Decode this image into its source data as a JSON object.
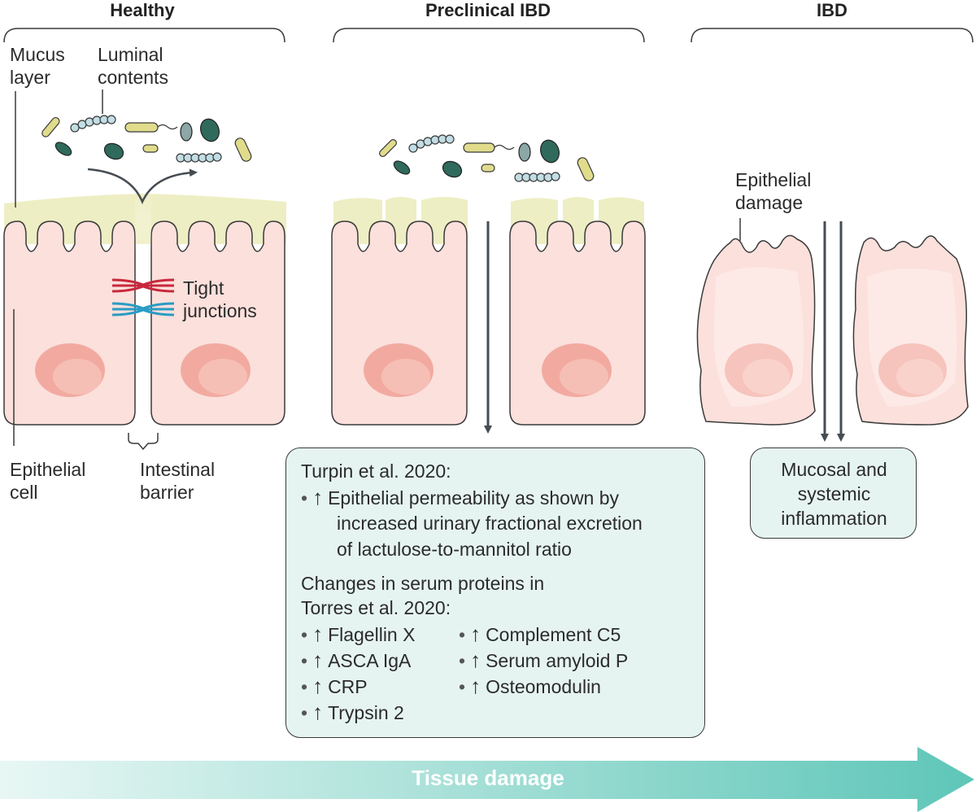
{
  "headers": {
    "healthy": "Healthy",
    "preclinical": "Preclinical IBD",
    "ibd": "IBD"
  },
  "labels": {
    "mucus_layer": [
      "Mucus",
      "layer"
    ],
    "luminal_contents": [
      "Luminal",
      "contents"
    ],
    "tight_junctions": [
      "Tight",
      "junctions"
    ],
    "epithelial_cell": [
      "Epithelial",
      "cell"
    ],
    "intestinal_barrier": [
      "Intestinal",
      "barrier"
    ],
    "epithelial_damage": [
      "Epithelial",
      "damage"
    ]
  },
  "box_turpin": {
    "heading": "Turpin et al. 2020:",
    "lines": [
      "Epithelial permeability as shown by",
      "increased urinary fractional excretion",
      "of lactulose-to-mannitol ratio"
    ]
  },
  "box_torres": {
    "heading_lines": [
      "Changes in serum proteins in",
      "Torres et al. 2020:"
    ],
    "col1": [
      "Flagellin X",
      "ASCA IgA",
      "CRP",
      "Trypsin 2"
    ],
    "col2": [
      "Complement C5",
      "Serum amyloid P",
      "Osteomodulin"
    ]
  },
  "box_inflammation": [
    "Mucosal and",
    "systemic",
    "inflammation"
  ],
  "bottom_arrow": "Tissue damage",
  "symbols": {
    "bullet": "•",
    "up_arrow": "↑"
  },
  "colors": {
    "cell_fill": "#fbe0dc",
    "cell_inner": "#fdeeeb",
    "nucleus": "#f2aaa0",
    "mucus": "#eeeec4",
    "tight_red": "#c8283c",
    "tight_blue": "#2a9cc4",
    "box_fill": "#e6f4f1",
    "arrow_dark": "#454c52",
    "bacteria_green": "#2f6a5c",
    "bacteria_yellow": "#e0dc8c",
    "bacteria_blue": "#c2dde4",
    "gradient_start": "#e8f7f4",
    "gradient_end": "#5ec6b8"
  }
}
